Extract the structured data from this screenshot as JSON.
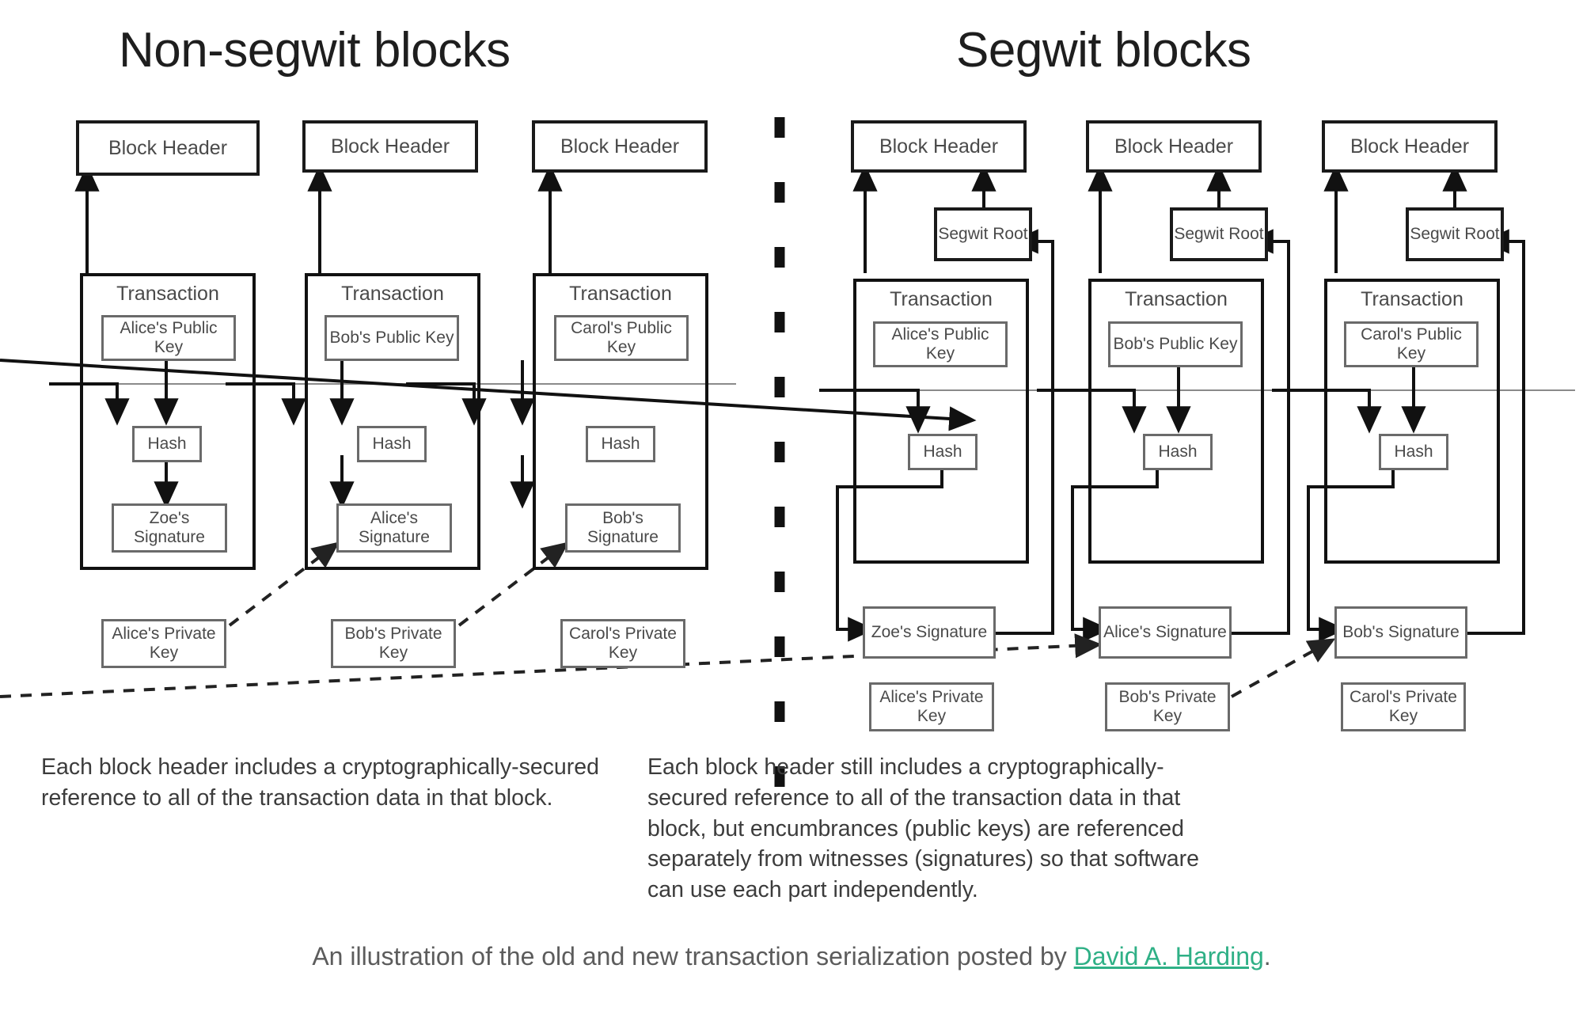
{
  "titles": {
    "left": "Non-segwit blocks",
    "right": "Segwit blocks"
  },
  "labels": {
    "block_header": "Block Header",
    "transaction": "Transaction",
    "hash": "Hash",
    "segwit_root": "Segwit Root"
  },
  "nonsegwit": {
    "blocks": [
      {
        "header": "Block Header",
        "transaction": "Transaction",
        "public_key": "Alice's Public Key",
        "hash": "Hash",
        "signature": "Zoe's Signature",
        "private_key": "Alice's Private Key"
      },
      {
        "header": "Block Header",
        "transaction": "Transaction",
        "public_key": "Bob's Public Key",
        "hash": "Hash",
        "signature": "Alice's Signature",
        "private_key": "Bob's Private Key"
      },
      {
        "header": "Block Header",
        "transaction": "Transaction",
        "public_key": "Carol's Public Key",
        "hash": "Hash",
        "signature": "Bob's Signature",
        "private_key": "Carol's Private Key"
      }
    ],
    "caption": "Each block header includes a cryptographically-secured reference to all of the transaction data in that block."
  },
  "segwit": {
    "blocks": [
      {
        "header": "Block Header",
        "segwit_root": "Segwit Root",
        "transaction": "Transaction",
        "public_key": "Alice's Public Key",
        "hash": "Hash",
        "signature": "Zoe's Signature",
        "private_key": "Alice's Private Key"
      },
      {
        "header": "Block Header",
        "segwit_root": "Segwit Root",
        "transaction": "Transaction",
        "public_key": "Bob's Public Key",
        "hash": "Hash",
        "signature": "Alice's Signature",
        "private_key": "Bob's Private Key"
      },
      {
        "header": "Block Header",
        "segwit_root": "Segwit Root",
        "transaction": "Transaction",
        "public_key": "Carol's Public Key",
        "hash": "Hash",
        "signature": "Bob's Signature",
        "private_key": "Carol's Private Key"
      }
    ],
    "caption": "Each block header still includes a cryptographically-secured reference to all of the transaction data in that block, but encumbrances (public keys) are referenced separately from witnesses (signatures) so that software can use each part independently."
  },
  "attribution": {
    "prefix": "An illustration of the old and new transaction serialization posted by ",
    "link": "David A. Harding",
    "suffix": "."
  },
  "colors": {
    "link": "#2fb086",
    "stroke": "#111111",
    "text": "#4a4a4a",
    "background": "#ffffff"
  }
}
